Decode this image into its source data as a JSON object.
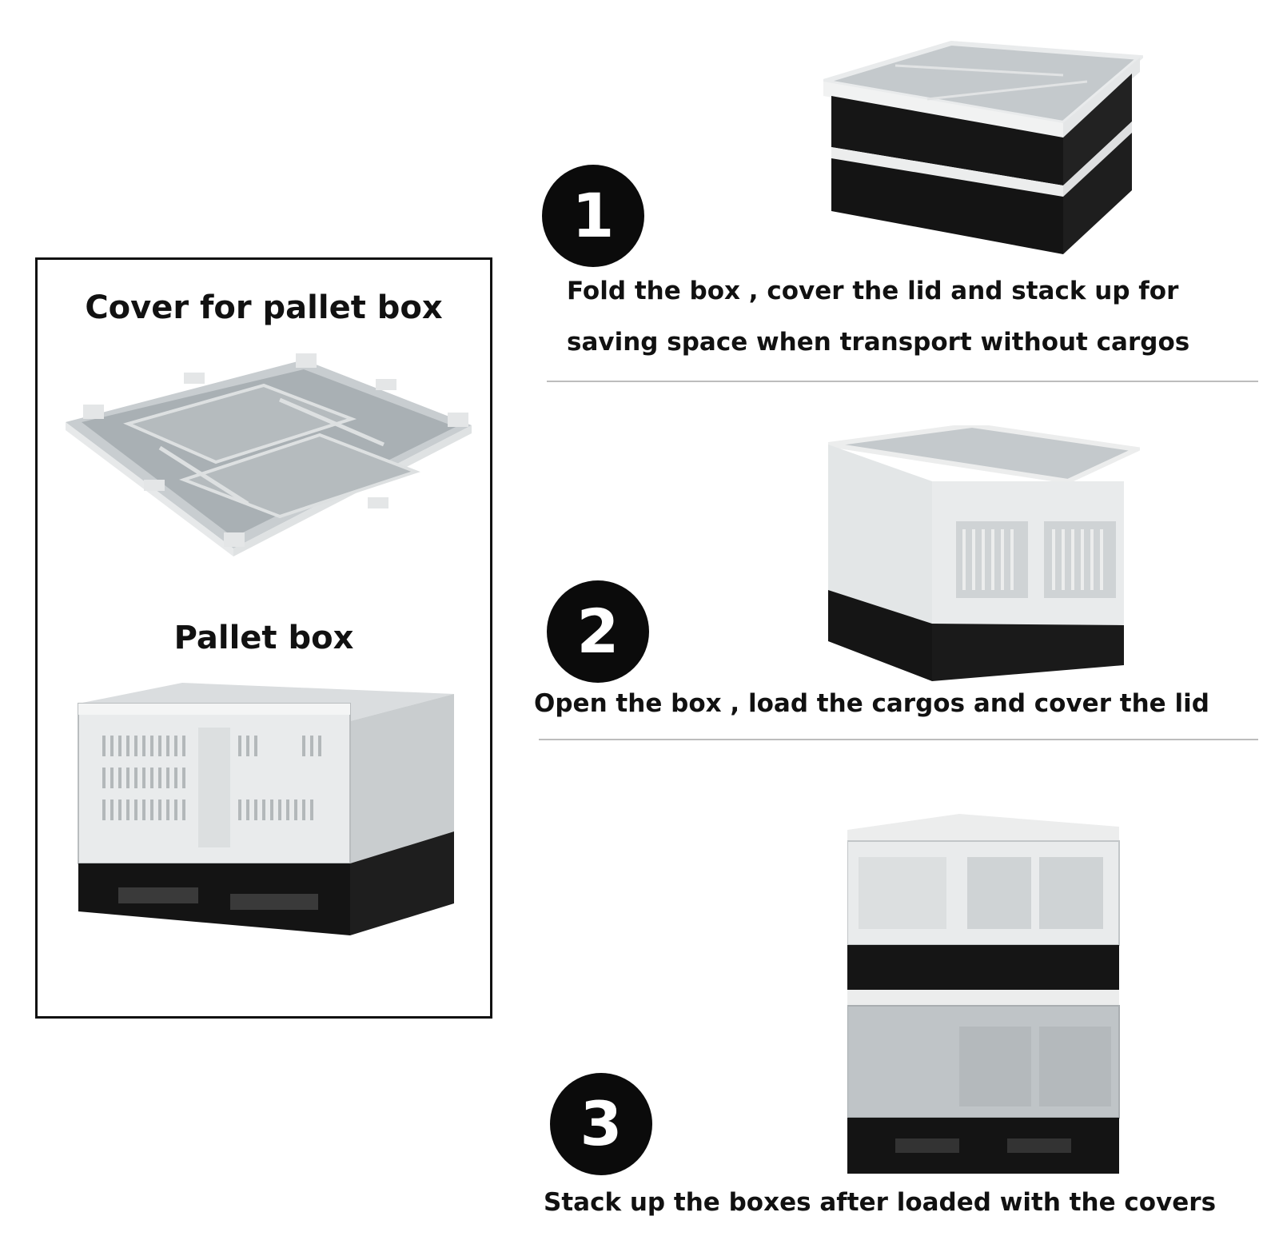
{
  "panel": {
    "cover_title": "Cover for pallet box",
    "box_title": "Pallet box"
  },
  "steps": [
    {
      "number": "1",
      "lines": [
        "Fold the box , cover the lid and stack up for",
        "saving space when transport without cargos"
      ]
    },
    {
      "number": "2",
      "lines": [
        "Open the box , load the cargos and cover the lid"
      ]
    },
    {
      "number": "3",
      "lines": [
        "Stack up the boxes after loaded with the covers"
      ]
    }
  ],
  "colors": {
    "lid": "#b4babd",
    "crate_wall": "#e9ebec",
    "crate_wall_dark": "#c9cdcf",
    "pallet_base": "#141414",
    "badge": "#0b0b0b"
  }
}
